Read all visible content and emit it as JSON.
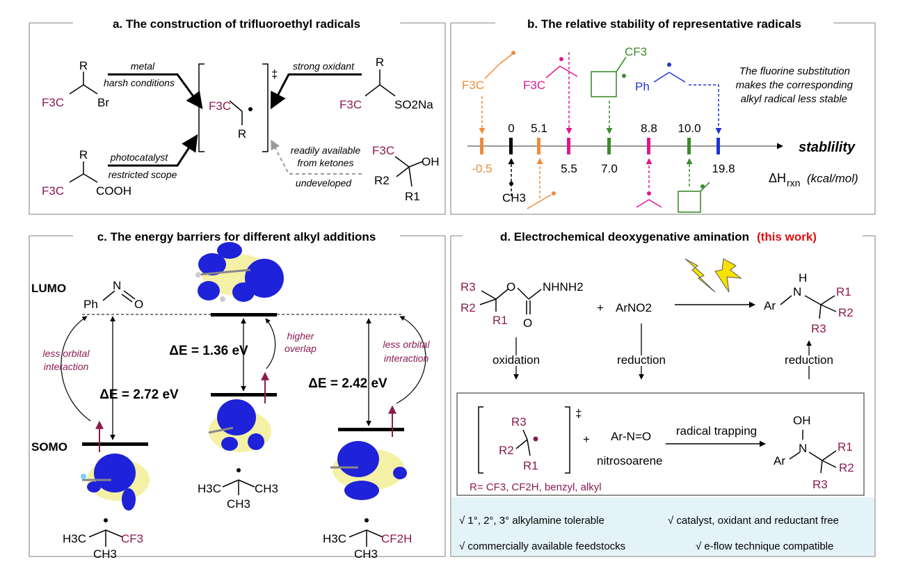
{
  "colors": {
    "maroon": "#8b1a50",
    "orange": "#f08a3a",
    "magenta": "#e0168f",
    "green": "#3c8c2c",
    "blue": "#1f35d6",
    "red": "#e01010",
    "lightblue": "#e4f3f8",
    "lobe_blue": "#1e22d8",
    "lobe_yellow": "#f4f0a6"
  },
  "panel_a": {
    "title": "a.  The construction of trifluoroethyl radicals",
    "r": "R",
    "f3c": "F3C",
    "br": "Br",
    "cooh": "COOH",
    "so2na": "SO2Na",
    "oh": "OH",
    "r2": "R2",
    "r1": "R1",
    "metal": "metal",
    "harsh": "harsh conditions",
    "photocatalyst": "photocatalyst",
    "restricted": "restricted scope",
    "strong_oxidant": "strong oxidant",
    "readily": "readily available",
    "from_ketones": "from ketones",
    "undeveloped": "undeveloped",
    "dagger": "‡"
  },
  "panel_b": {
    "title": "b.  The relative stability of representative radicals",
    "note": [
      "The fluorine substitution",
      "makes the corresponding",
      "alkyl radical less stable"
    ],
    "stability": "stablility",
    "dh": "ΔH",
    "rxn": "rxn",
    "unit": "(kcal/mol)",
    "ph": "Ph",
    "cf3": "CF3",
    "ch3": "CH3",
    "ticks": [
      {
        "label": "-0.5",
        "color": "#f08a3a",
        "pos": "below"
      },
      {
        "label": "0",
        "color": "#000000",
        "pos": "above"
      },
      {
        "label": "5.1",
        "color": "#000000",
        "pos": "above"
      },
      {
        "label": "5.5",
        "color": "#000000",
        "pos": "below"
      },
      {
        "label": "7.0",
        "color": "#000000",
        "pos": "below"
      },
      {
        "label": "8.8",
        "color": "#000000",
        "pos": "above"
      },
      {
        "label": "10.0",
        "color": "#000000",
        "pos": "above"
      },
      {
        "label": "19.8",
        "color": "#000000",
        "pos": "below"
      }
    ]
  },
  "panel_c": {
    "title": "c.  The energy barriers for different alkyl additions",
    "lumo": "LUMO",
    "somo": "SOMO",
    "ph": "Ph",
    "n": "N",
    "o": "O",
    "de1": "ΔE = 2.72 eV",
    "de2": "ΔE = 1.36 eV",
    "de3": "ΔE = 2.42 eV",
    "less1": [
      "less orbital",
      "interaction"
    ],
    "higher": [
      "higher",
      "overlap"
    ],
    "less2": [
      "less orbital",
      "interaction"
    ],
    "h3c": "H3C",
    "ch3": "CH3",
    "cf3": "CF3",
    "cf2h": "CF2H"
  },
  "panel_d": {
    "title": "d.  Electrochemical deoxygenative amination",
    "this_work": "(this work)",
    "r3": "R3",
    "r2": "R2",
    "r1": "R1",
    "o": "O",
    "nhnh2": "NHNH2",
    "plus": "+",
    "arno2": "ArNO2",
    "ar": "Ar",
    "h": "H",
    "n": "N",
    "oh": "OH",
    "oxidation": "oxidation",
    "reduction1": "reduction",
    "reduction2": "reduction",
    "arno": "Ar-N=O",
    "nitrosoarene": "nitrosoarene",
    "trapping": "radical trapping",
    "r_list": "R= CF3, CF2H, benzyl, alkyl",
    "dagger": "‡",
    "features": [
      "√ 1°, 2°, 3° alkylamine tolerable",
      "√ catalyst, oxidant and reductant free",
      "√ commercially available feedstocks",
      "√ e-flow technique compatible"
    ]
  }
}
